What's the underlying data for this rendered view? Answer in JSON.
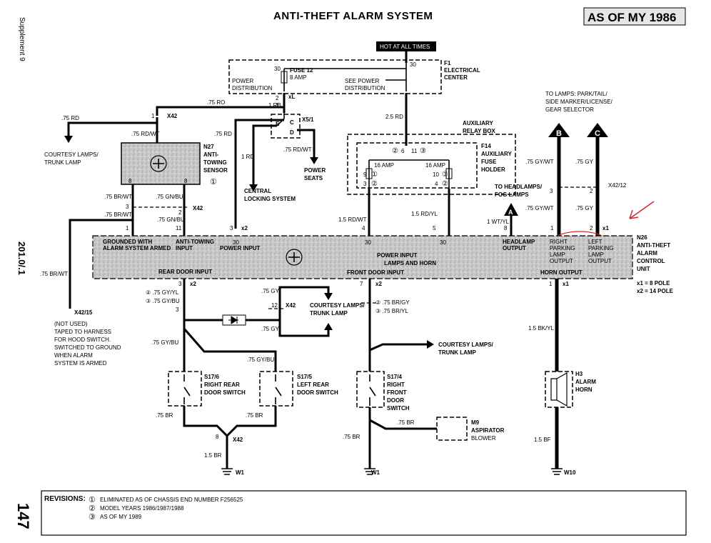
{
  "title": "ANTI-THEFT ALARM SYSTEM",
  "badge": "AS OF MY 1986",
  "side_supplement": "Supplement 9",
  "side_section": "201.0/.1",
  "page_number": "147",
  "hot_at_all_times": "HOT AT ALL TIMES",
  "f1": {
    "id": "F1",
    "name": [
      "ELECTRICAL",
      "CENTER"
    ],
    "fuse": "FUSE 12",
    "amp": "8 AMP",
    "power_dist": [
      "POWER",
      "DISTRIBUTION"
    ],
    "see_power_dist": [
      "SEE POWER",
      "DISTRIBUTION"
    ],
    "pin_in": "30",
    "pin_out": "30",
    "pin_2": "2",
    "pin_1": "1"
  },
  "aux_relay_box": [
    "AUXILIARY",
    "RELAY BOX"
  ],
  "f14": {
    "id": "F14",
    "name": [
      "AUXILIARY",
      "FUSE",
      "HOLDER"
    ],
    "amp": "16 AMP",
    "pins_top": [
      "②",
      "6",
      "11",
      "③"
    ],
    "pins_left": [
      "9",
      "①",
      "3",
      "②"
    ],
    "pins_right": [
      "10",
      "③",
      "4",
      "②"
    ]
  },
  "x5": {
    "id": "X5/1",
    "pin_c": "C",
    "pin_e": "E",
    "pin_d": "D"
  },
  "n27": {
    "id": "N27",
    "name": [
      "ANTI-",
      "TOWING",
      "SENSOR"
    ],
    "note": "①",
    "pin_left": "8",
    "pin_right": "8"
  },
  "n26": {
    "id": "N26",
    "name": [
      "ANTI-THEFT",
      "ALARM",
      "CONTROL",
      "UNIT"
    ],
    "poles": [
      "x1 = 8 POLE",
      "x2 = 14 POLE"
    ],
    "labels": {
      "grounded": "GROUNDED WITH",
      "armed": "ALARM SYSTEM ARMED",
      "anti_towing": "ANTI-TOWING",
      "input": "INPUT",
      "power_input": "POWER INPUT",
      "power_input_2": "POWER INPUT",
      "lamps_horn": "LAMPS AND HORN",
      "headlamp": "HEADLAMP",
      "output": "OUTPUT",
      "right_parking": [
        "RIGHT",
        "PARKING",
        "LAMP",
        "OUTPUT"
      ],
      "left_parking": [
        "LEFT",
        "PARKING",
        "LAMP",
        "OUTPUT"
      ],
      "rear_door": "REAR DOOR INPUT",
      "front_door": "FRONT DOOR INPUT",
      "horn_output": "HORN OUTPUT"
    }
  },
  "connectors": {
    "x42": "X42",
    "x2": "x2",
    "x1": "x1",
    "xl": "xL",
    "x42_12": "X42/12",
    "x42_15": "X42/15"
  },
  "pins": {
    "p1": "1",
    "p2": "2",
    "p3": "3",
    "p4": "4",
    "p5": "5",
    "p7": "7",
    "p8": "8",
    "p11": "11",
    "p12": "12",
    "p30": "30"
  },
  "wires": {
    "rd_075": ".75 RD",
    "rd_075b": ".75 RO",
    "rd_075_2": ".75 RD",
    "rd_1b": "1 RB",
    "rd_1": "1 RD",
    "rd_25": "2.5 RD",
    "rdwt_075": ".75 RD/WT",
    "rdwt_075b": ".75 RD/WT",
    "brwt_075": ".75 BR/WT",
    "brwt_075b": ".75 BR/WT",
    "brwt_075c": ".75 BR/WT",
    "gnbu_075": ".75 GN/BU",
    "gnbu_075b": ".75 GN/BU",
    "rdwt_15": "1.5 RD/WT",
    "rdyl_15": "1.5 RD/YL",
    "wtyl_1": "1 WT/YL",
    "gywt_075": ".75 GY/WT",
    "gywt_075b": ".75 GY/WT",
    "gy_075": ".75 GY",
    "gy_075b": ".75 GY",
    "gy_075c": ".75 GY",
    "gy_075d": ".75 GY",
    "gyyl_075": "② .75 GY/YL",
    "gybu_075": "③ .75 GY/BU",
    "gybu_075b": ".75 GY/BU",
    "gybu_075c": ".75 GY/BU",
    "brgy_075": "② .75 BR/GY",
    "bryl_075": "③ .75 BR/YL",
    "br_075a": ".75 BR",
    "br_075b": ".75 BR",
    "br_075c": ".75 BR",
    "br_075d": ".75 BR",
    "br_15": "1.5 BR",
    "bkyl_15": "1.5 BK/YL",
    "bf_15": "1.5 BF"
  },
  "refs": {
    "courtesy_trunk": [
      "COURTESY LAMPS/",
      "TRUNK LAMP"
    ],
    "courtesy_trunk_2": [
      "COURTESY LAMPS/",
      "TRUNK LAMP"
    ],
    "courtesy_trunk_3": [
      "COURTESY LAMPS/",
      "TRUNK LAMP"
    ],
    "central_locking": [
      "CENTRAL",
      "LOCKING SYSTEM"
    ],
    "power_seats": [
      "POWER",
      "SEATS"
    ],
    "to_headlamps": [
      "TO HEADLAMPS/",
      "FOG LAMPS"
    ],
    "to_lamps": [
      "TO LAMPS: PARK/TAIL/",
      "SIDE MARKER/LICENSE/",
      "GEAR SELECTOR"
    ],
    "conn_a": "A",
    "conn_b": "B",
    "conn_c": "C",
    "not_used_note": [
      "(NOT USED)",
      "TAPED TO HARNESS",
      "FOR HOOD SWITCH.",
      "SWITCHED TO GROUND",
      "WHEN ALARM",
      "SYSTEM IS ARMED"
    ]
  },
  "switches": {
    "s17_6": {
      "id": "S17/6",
      "name": [
        "RIGHT REAR",
        "DOOR SWITCH"
      ]
    },
    "s17_5": {
      "id": "S17/5",
      "name": [
        "LEFT REAR",
        "DOOR SWITCH"
      ]
    },
    "s17_4": {
      "id": "S17/4",
      "name": [
        "RIGHT",
        "FRONT",
        "DOOR",
        "SWITCH"
      ]
    }
  },
  "m9": {
    "id": "M9",
    "name": [
      "ASPIRATOR",
      "BLOWER"
    ]
  },
  "h3": {
    "id": "H3",
    "name": [
      "ALARM",
      "HORN"
    ]
  },
  "grounds": {
    "w1a": "W1",
    "w1b": "W1",
    "w10": "W10"
  },
  "revisions": {
    "label": "REVISIONS:",
    "items": [
      {
        "mark": "①",
        "text": "ELIMINATED AS OF CHASSIS END NUMBER F256525"
      },
      {
        "mark": "②",
        "text": "MODEL YEARS 1986/1987/1988"
      },
      {
        "mark": "③",
        "text": "AS OF MY 1989"
      }
    ]
  },
  "colors": {
    "annotation": "#d9262b",
    "module_fill": "#c9c9c9",
    "ink": "#000000"
  }
}
